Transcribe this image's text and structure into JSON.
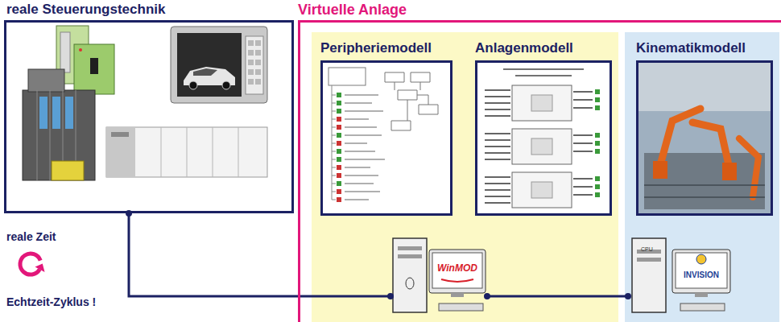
{
  "diagram": {
    "nodes": [
      {
        "text": [
          "reale Steuerungstechnik"
        ]
      },
      {
        "text": [
          "Virtuelle Anlage"
        ]
      },
      {
        "text": [
          "Peripheriemodell"
        ],
        "in": 1
      },
      {
        "text": [
          "Anlagenmodell"
        ],
        "in": 1
      },
      {
        "text": [
          "Kinematikmodell"
        ],
        "in": 1
      },
      {
        "text": [
          "WinMOD"
        ],
        "in": 1
      },
      {
        "text": [
          "INVISION"
        ],
        "in": 1
      }
    ],
    "edges": [
      {
        "from": 0,
        "to": 5,
        "arrow": "none"
      },
      {
        "from": 5,
        "to": 6,
        "arrow": "none"
      }
    ],
    "labels": [
      "reale Zeit",
      "Echtzeit-Zyklus !",
      "CPU"
    ]
  }
}
